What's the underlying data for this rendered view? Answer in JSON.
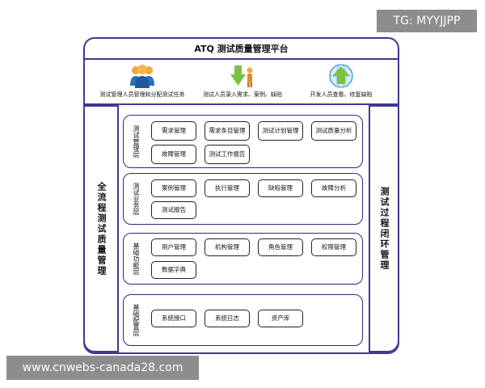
{
  "title": "ATQ 测试质量管理平台",
  "roles": [
    {
      "icon": "people-group-icon",
      "label": "测试管理人员管理和分配测试任务"
    },
    {
      "icon": "person-arrow-down-icon",
      "label": "测试人员录入需求、案例、缺陷"
    },
    {
      "icon": "globe-arrow-up-icon",
      "label": "开发人员查看、修复缺陷"
    }
  ],
  "left_sidebar": "全流程测试质量管理",
  "right_sidebar": "测试过程闭环管理",
  "layers": [
    {
      "label": "测试管理层",
      "modules": [
        "需求管理",
        "需求条目管理",
        "测试计划管理",
        "测试质量分析",
        "故障管理",
        "测试工作报告"
      ]
    },
    {
      "label": "测试业务层",
      "modules": [
        "案例管理",
        "执行管理",
        "缺陷管理",
        "故障分析",
        "测试报告"
      ]
    },
    {
      "label": "基础功能层",
      "modules": [
        "用户管理",
        "机构管理",
        "角色管理",
        "权限管理",
        "数据字典"
      ]
    },
    {
      "label": "基础配置层",
      "modules": [
        "系统接口",
        "系统日志",
        "资产库"
      ]
    }
  ],
  "watermarks": {
    "top_right": "TG: MYYJJPP",
    "bottom_left": "www.cnwebs-canada28.com"
  },
  "colors": {
    "frame": "#3d3a8f",
    "people_icon": "#2f6fb5",
    "arrow_down": "#7cc242",
    "globe": "#4aa0d8"
  }
}
